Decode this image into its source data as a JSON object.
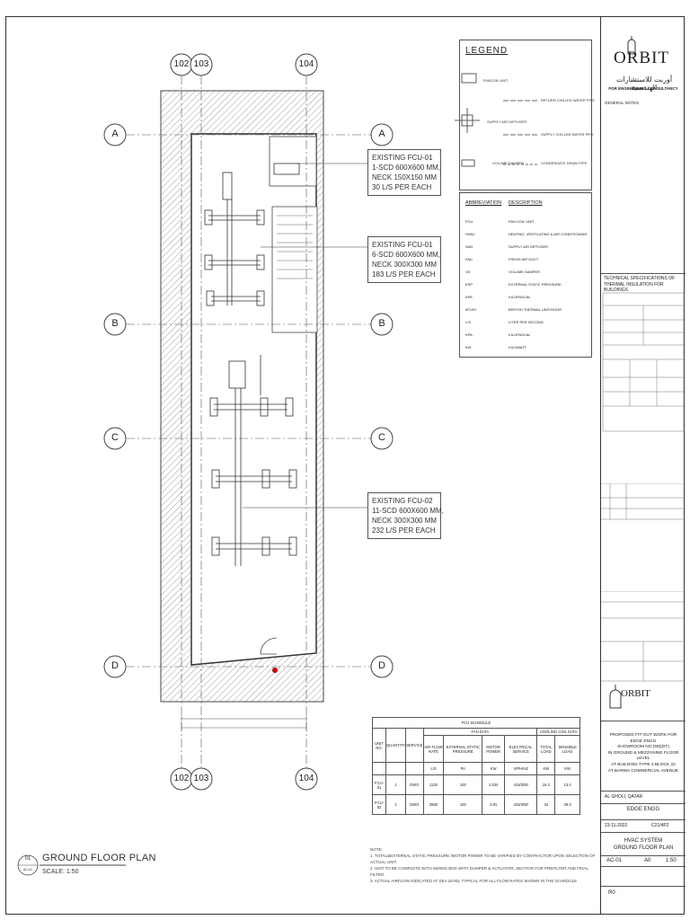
{
  "callouts": [
    {
      "lines": [
        "EXISTING FCU-01",
        "1-SCD 600X600 MM,",
        "NECK 150X150 MM",
        "30 L/S PER EACH"
      ]
    },
    {
      "lines": [
        "EXISTING FCU-01",
        "6-SCD 600X600 MM,",
        "NECK 300X300 MM",
        "183 L/S PER EACH"
      ]
    },
    {
      "lines": [
        "EXISTING FCU-02",
        "11-SCD 600X600 MM,",
        "NECK 300X300 MM",
        "232 L/S PER EACH"
      ]
    }
  ],
  "grid_columns": [
    "102",
    "103",
    "104"
  ],
  "grid_rows": [
    "A",
    "B",
    "C",
    "D"
  ],
  "legend": {
    "title": "LEGEND",
    "items": [
      "FANCOIL UNIT",
      "RETURN CHILLED WATER PIPE",
      "SUPPLY AIR DIFFUSER",
      "SUPPLY CHILLED WATER PIPE",
      "VOLUME DAMPER",
      "CONDENSATE DRAIN PIPE"
    ]
  },
  "abbreviations": {
    "header_abbr": "ABBREVIATION",
    "header_desc": "DESCRIPTION",
    "rows": [
      [
        "FCU",
        "FAN COIL UNIT"
      ],
      [
        "HVAC",
        "HEATING, VENTILATING & AIR CONDITIONING"
      ],
      [
        "SAD",
        "SUPPLY AIR DIFFUSER"
      ],
      [
        "FAD",
        "FRESH AIR DUCT"
      ],
      [
        "VD",
        "VOLUME DAMPER"
      ],
      [
        "ESP",
        "EXTERNAL STATIC PRESSURE"
      ],
      [
        "KPA",
        "KILOPASCAL"
      ],
      [
        "BTU/H",
        "BRITISH THERMAL UNIT/HOUR"
      ],
      [
        "L/S",
        "LITER PER SECOND"
      ],
      [
        "KPA",
        "KILOPASCAL"
      ],
      [
        "KW",
        "KILOWATT"
      ]
    ]
  },
  "schedule": {
    "title": "FCU SCHEDULE",
    "group_fan": "FAN DATA",
    "group_coil": "COOLING COIL DATA",
    "headers": [
      "UNIT NO.",
      "QUANTITY",
      "SERVICE",
      "AIR FLOW RATE",
      "EXTERNAL STATIC PRESSURE",
      "MOTOR POWER",
      "ELECTRICAL SERVICE",
      "TOTAL LOAD",
      "SENSIBLE LOAD"
    ],
    "units": [
      "",
      "",
      "",
      "L/S",
      "PA",
      "KW",
      "V/PH/HZ",
      "KW",
      "KW"
    ],
    "rows": [
      [
        "FCU-01",
        "1",
        "DWG",
        "1130",
        "100",
        "1.534",
        "415/3/50",
        "16.2",
        "13.4"
      ],
      [
        "FCU-02",
        "1",
        "DWG",
        "2560",
        "100",
        "2.81",
        "415/3/50",
        "34",
        "28.3"
      ]
    ]
  },
  "notes": {
    "title": "NOTE:",
    "lines": [
      "1. TOTAL&EXTERNAL STATIC PRESSURE /MOTOR POWER TO BE VARIFIED BY CONTRACTOR UPON SELECTION OF ACTUAL UNIT.",
      "2. UNIT TO BE COMPLETE WITH MIXING BOX WITH DAMPER & ACTUATOR, SECTION FOR PREFILTER AND FINAL FILTER.",
      "3. ACTUAL AIRFLOW INDICATED AT SEA LEVEL TYPICAL FOR ALL FLOW RATES SHOWN IN THE SCHEDULE"
    ]
  },
  "drawing_title": {
    "number": "01",
    "ref": "AC-01",
    "title": "GROUND FLOOR PLAN",
    "scale": "SCALE: 1:50"
  },
  "title_block": {
    "logo": "ORBIT",
    "company_ar": "أوربت للاستشارات الهندسية",
    "company_en": "FOR ENGINEERING CONSULTANCY",
    "general_notes": "GENERAL NOTES",
    "tech_spec": "TECHNICAL SPECIFICATIONS OF THERMAL INSULATION FOR BUILDINGS",
    "project_lines": [
      "PROPOSED FIT-OUT WORK FOR",
      "EDGE ENGG",
      "SHOWROOM NO.(59)(DT)",
      "IN GROUND & MEZZANINE FLOOR LEVEL",
      "AT BUILDING TYPE 3 BLOCK 22",
      "AT BARWA COMMERCIAL AVENUE"
    ],
    "location": "AL GHOLI, QATAR",
    "client": "EDGE ENGG",
    "date": "23-11-2022",
    "job_no": "C21/4P2",
    "sheet_title_lines": [
      "HVAC SYSTEM",
      "GROUND FLOOR PLAN"
    ],
    "sheet_no": "AC-01",
    "size": "A0",
    "scale": "1:50",
    "revision": "R0"
  },
  "colors": {
    "line": "#333333",
    "hatch": "#777777",
    "accent": "#c00000"
  }
}
